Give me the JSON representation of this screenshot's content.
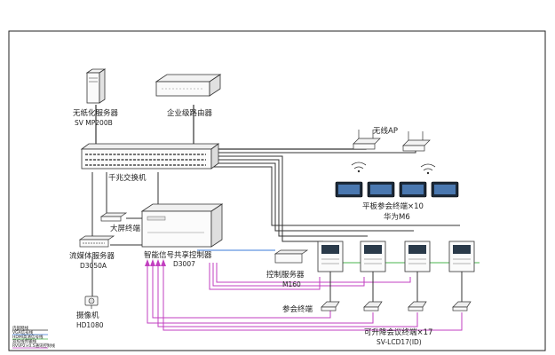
{
  "labels": {
    "paperless_server": "无纸化服务器",
    "paperless_server_model": "SV MP200B",
    "enterprise_router": "企业级路由器",
    "gigabit_switch": "千兆交换机",
    "wireless_ap": "无线AP",
    "tablet_terminal": "平板参会终端×10",
    "tablet_model": "华为M6",
    "big_screen_terminal": "大屏终端",
    "streaming_server": "流媒体服务器",
    "streaming_server_model": "D3050A",
    "signal_controller": "智能信号共享控制器",
    "signal_controller_model": "D3007",
    "control_server": "控制服务器",
    "control_server_model": "M160",
    "participant_terminal": "参会终端",
    "lift_terminal": "可升降会议终端×17",
    "lift_terminal_model": "SV-LCD17(ID)",
    "camera": "摄像机",
    "camera_model": "HD1080"
  },
  "legend": [
    {
      "label": "内部网线",
      "color": "#333333"
    },
    {
      "label": "VGA信号线",
      "color": "#3a78d8"
    },
    {
      "label": "HDMI高清信号线",
      "color": "#49b44d"
    },
    {
      "label": "双绞线传输线",
      "color": "#bfbfbf"
    },
    {
      "label": "RVVP2×0.5通讯控制线",
      "color": "#c23fc0"
    }
  ]
}
